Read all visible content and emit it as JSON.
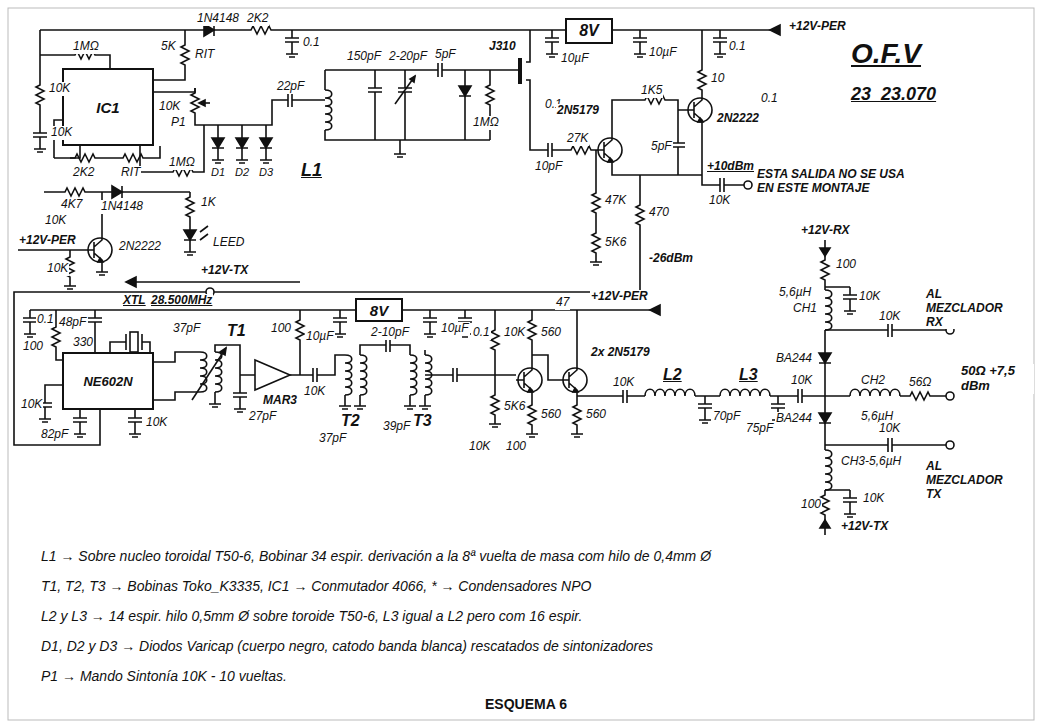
{
  "diagram": {
    "title": "O.F.V",
    "caption": "ESQUEMA 6",
    "nodes": [
      {
        "text": [
          "8V"
        ]
      },
      {
        "text": [
          "IC1"
        ]
      },
      {
        "text": [
          "8V"
        ]
      },
      {
        "text": [
          "NE602N"
        ]
      }
    ],
    "labels": [
      "1N4148",
      "2K2",
      "0.1",
      "5K",
      "RIT",
      "1MΩ",
      "10K",
      "10K",
      "2K2",
      "RIT",
      "1MΩ",
      "4K7",
      "1N4148",
      "1K",
      "LEED",
      "10K",
      "+12V-PER",
      "2N2222",
      "10K",
      "+12V-TX",
      "10K",
      "P1",
      "D1",
      "D2",
      "D3",
      "22pF",
      "L1",
      "150pF",
      "2-20pF",
      "5pF",
      "J310",
      "10µF",
      "0.1",
      "1MΩ",
      "10pF",
      "27K",
      "2N5179",
      "10µF",
      "10",
      "1K5",
      "2N2222",
      "0.1",
      "0.1",
      "+12V-PER",
      "5pF",
      "+10dBm",
      "ESTA SALIDA NO SE USA EN ESTE MONTAJE",
      "10K",
      "47K",
      "5K6",
      "470",
      "-26dBm",
      "23_23.070",
      "0.1",
      "100",
      "10K",
      "48pF",
      "330",
      "XTL",
      "28.500MHz",
      "37pF",
      "T1",
      "27pF",
      "82pF",
      "10K",
      "MAR3",
      "100",
      "10K",
      "T2",
      "37pF",
      "2-10pF",
      "39pF",
      "T3",
      "10µF",
      "10µF",
      "0.1",
      "10K",
      "47",
      "+12V-PER",
      "560",
      "2x 2N5179",
      "10K",
      "5K6",
      "10K",
      "100",
      "560",
      "560",
      "L2",
      "L3",
      "70pF",
      "75pF",
      "10K",
      "+12V-RX",
      "100",
      "5,6µH",
      "CH1",
      "10K",
      "BA244",
      "CH2",
      "5,6µH",
      "10K",
      "56Ω",
      "AL MEZCLADOR RX",
      "50Ω +7,5 dBm",
      "BA244",
      "10K",
      "CH3-5,6µH",
      "10K",
      "100",
      "AL MEZCLADOR TX",
      "+12V-TX",
      "L1 → Sobre nucleo toroidal T50-6, Bobinar 34 espir. derivación a la 8ª vuelta de masa com hilo de 0,4mm Ø",
      "T1, T2, T3 → Bobinas Toko_K3335, IC1 → Conmutador 4066, * → Condensadores NPO",
      "L2 y L3 → 14 espir. hilo 0,5mm Ø sobre toroide T50-6, L3 igual a L2 pero com 16 espir.",
      "D1, D2 y D3 → Diodos Varicap (cuerpo negro, catodo banda blanca) rescatados de sintonizadores",
      "P1 → Mando Sintonía 10K - 10 vueltas."
    ]
  }
}
